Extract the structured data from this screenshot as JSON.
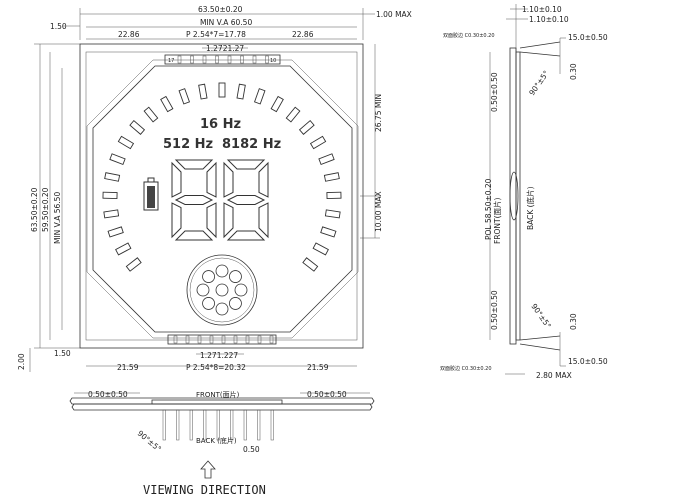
{
  "front": {
    "overall_width": "63.50±0.20",
    "edge_right": "1.00 MAX",
    "edge_left": "1.50",
    "min_va_width": "MIN V.A 60.50",
    "top_left_margin": "22.86",
    "top_right_margin": "22.86",
    "top_pitch": "P 2.54*7=17.78",
    "top_pin_offset": "1.27",
    "top_pin_span_suffix": "1.27",
    "pin_17": "17",
    "pin_10": "10",
    "overall_height": "63.50±0.20",
    "height_2": "59.50±0.20",
    "min_va_height": "MIN V.A 56.50",
    "right_min": "26.75 MIN",
    "right_max": "10.00 MAX",
    "bottom_left_margin": "21.59",
    "bottom_right_margin": "21.59",
    "bottom_pitch": "P 2.54*8=20.32",
    "bottom_pin_pitch": "1.27",
    "bottom_pin_span_suffix": "27",
    "left_2": "2.00",
    "left_150": "1.50",
    "text_16hz": "16 Hz",
    "text_512hz": "512 Hz",
    "text_8182hz": "8182 Hz"
  },
  "bottom_view": {
    "left_dim": "0.50±0.50",
    "right_dim": "0.50±0.50",
    "front_label": "FRONT(面片)",
    "back_label": "BACK (底片)",
    "pin_dim": "0.50",
    "angle": "90°±5°",
    "viewing_direction": "VIEWING DIRECTION"
  },
  "side_view": {
    "top_dim1": "1.10±0.10",
    "top_dim2": "1.10±0.10",
    "tape_top": "双面胶边 C0.30±0.20",
    "tape_bottom": "双面胶边 C0.30±0.20",
    "right_top": "15.0±0.50",
    "right_bottom": "15.0±0.50",
    "dim_030_top": "0.30",
    "dim_030_bottom": "0.30",
    "dim_050_top": "0.50±0.50",
    "dim_050_bottom": "0.50±0.50",
    "pol": "POL 58.50±0.20",
    "front_label": "FRONT(面片)",
    "back_label": "BACK (底片)",
    "angle_top": "90°±5°",
    "angle_bottom": "90°±5°",
    "thickness": "2.80 MAX"
  }
}
